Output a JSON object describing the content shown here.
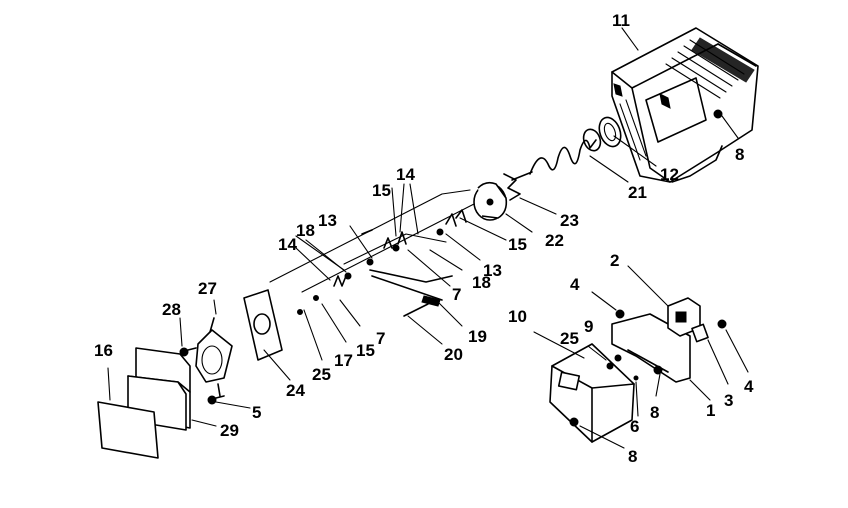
{
  "labels": {
    "l1": "1",
    "l2": "2",
    "l3": "3",
    "l4a": "4",
    "l4b": "4",
    "l5": "5",
    "l6": "6",
    "l7a": "7",
    "l7b": "7",
    "l8a": "8",
    "l8b": "8",
    "l8c": "8",
    "l9": "9",
    "l10": "10",
    "l11": "11",
    "l12": "12",
    "l13a": "13",
    "l13b": "13",
    "l14a": "14",
    "l14b": "14",
    "l15a": "15",
    "l15b": "15",
    "l15c": "15",
    "l16": "16",
    "l17": "17",
    "l18a": "18",
    "l18b": "18",
    "l19": "19",
    "l20": "20",
    "l21": "21",
    "l22": "22",
    "l23": "23",
    "l24": "24",
    "l25a": "25",
    "l25b": "25",
    "l27": "27",
    "l28": "28",
    "l29": "29"
  }
}
